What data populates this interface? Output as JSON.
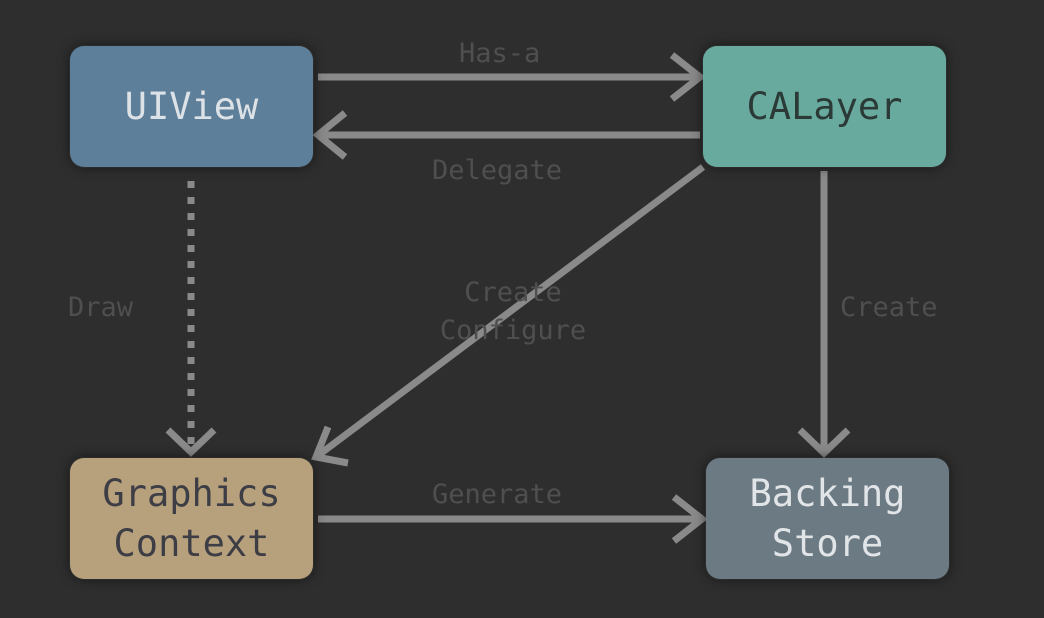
{
  "colors": {
    "background": "#2e2e2e",
    "edge": "#8a8a8a",
    "edge_label": "#4f4f4f"
  },
  "nodes": {
    "uiview": {
      "label": "UIView",
      "fill": "#5d7f9a",
      "text_color": "#dde2e7"
    },
    "calayer": {
      "label": "CALayer",
      "fill": "#69aa9e",
      "text_color": "#2b3a37"
    },
    "graphics_context": {
      "label": "Graphics\nContext",
      "fill": "#b7a17c",
      "text_color": "#3d3d45"
    },
    "backing_store": {
      "label": "Backing\nStore",
      "fill": "#6c7a84",
      "text_color": "#e1e5e8"
    }
  },
  "edges": {
    "has_a": "Has-a",
    "delegate": "Delegate",
    "draw": "Draw",
    "create_configure": "Create\nConfigure",
    "create": "Create",
    "generate": "Generate"
  }
}
